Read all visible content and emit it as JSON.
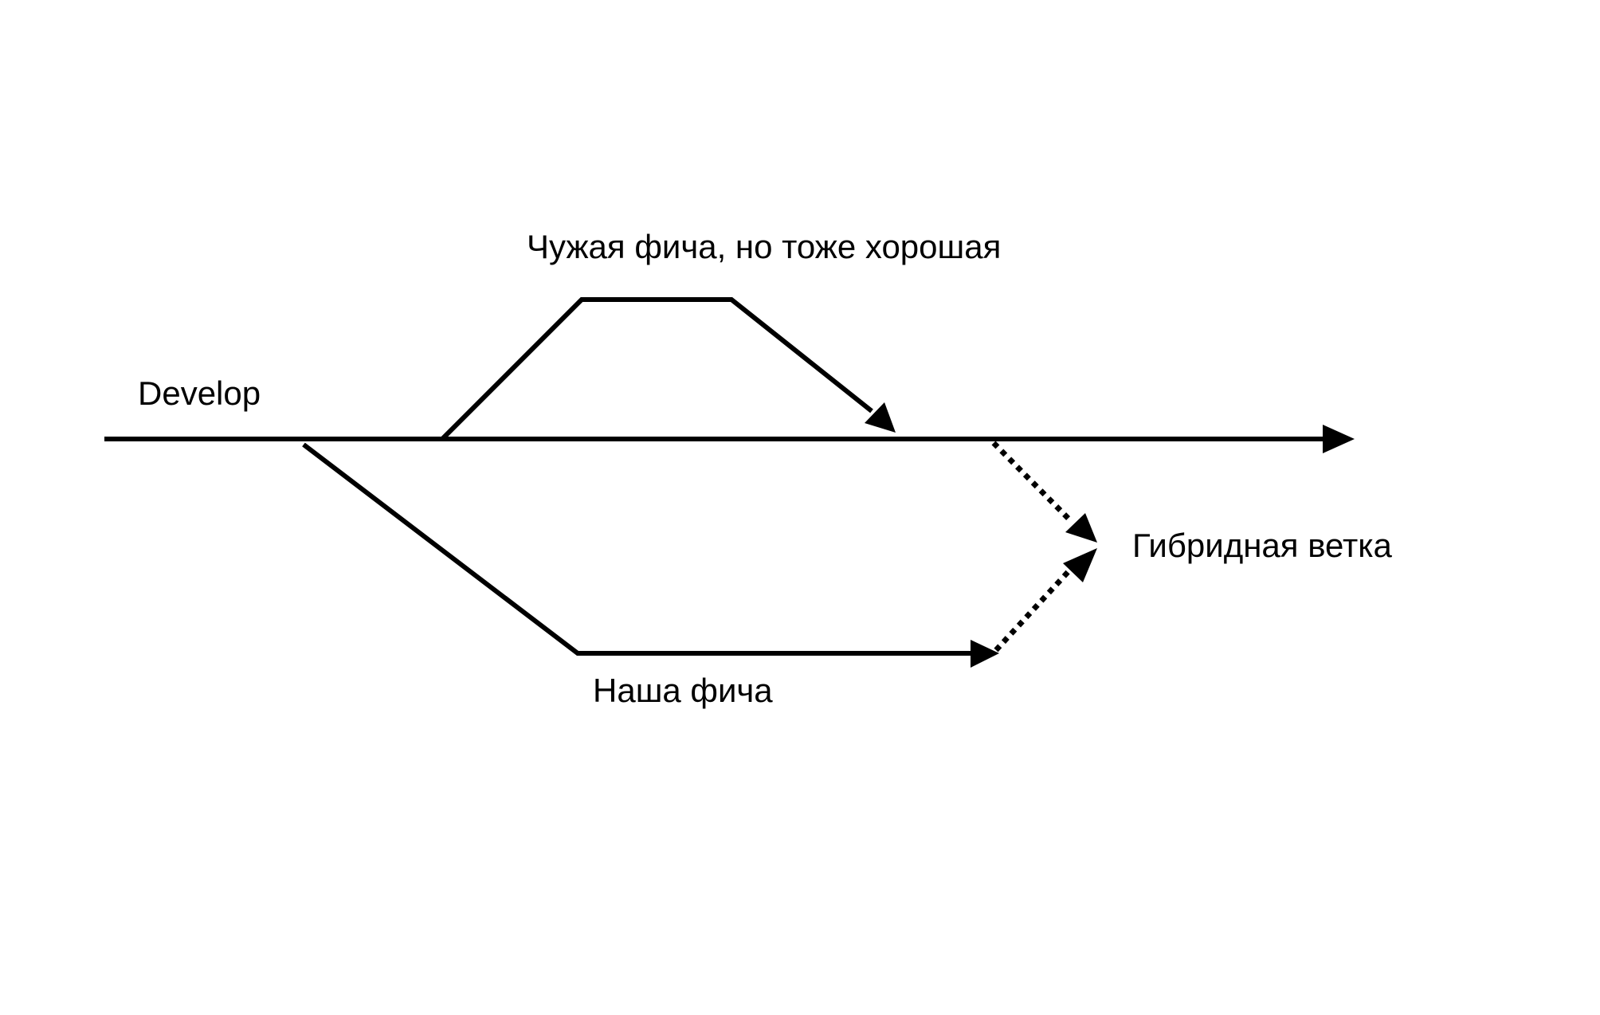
{
  "diagram": {
    "labels": {
      "develop": "Develop",
      "foreign_feature": "Чужая фича, но тоже хорошая",
      "our_feature": "Наша фича",
      "hybrid_branch": "Гибридная ветка"
    },
    "colors": {
      "line": "#000000",
      "background": "#ffffff"
    }
  }
}
